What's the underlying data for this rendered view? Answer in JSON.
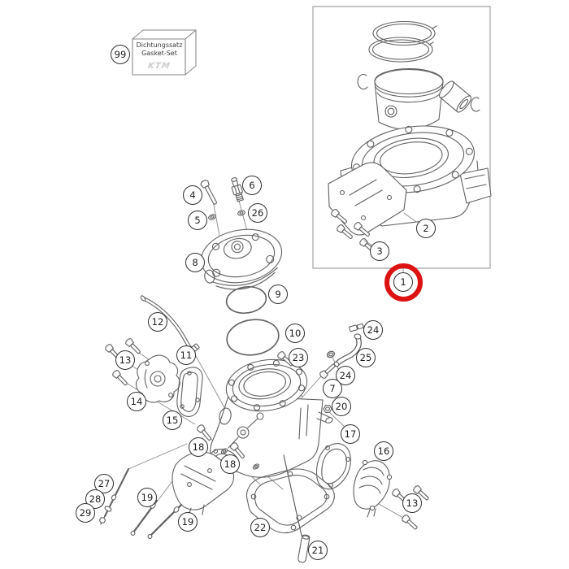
{
  "diagram": {
    "gasket_box": {
      "line1": "Dichtungssatz",
      "line2": "Gasket-Set",
      "logo": "KTM"
    },
    "colors": {
      "highlight": "#dd1212",
      "line": "#606060",
      "frame": "#b0b0b0"
    },
    "callouts": {
      "c99": "99",
      "c1": "1",
      "c2": "2",
      "c3": "3",
      "c4": "4",
      "c5": "5",
      "c6": "6",
      "c7": "7",
      "c8": "8",
      "c9": "9",
      "c10": "10",
      "c11": "11",
      "c12": "12",
      "c13a": "13",
      "c13b": "13",
      "c14": "14",
      "c15": "15",
      "c16": "16",
      "c17": "17",
      "c18a": "18",
      "c18b": "18",
      "c19a": "19",
      "c19b": "19",
      "c20": "20",
      "c21": "21",
      "c22": "22",
      "c23": "23",
      "c24a": "24",
      "c24b": "24",
      "c25": "25",
      "c26": "26",
      "c27": "27",
      "c28": "28",
      "c29": "29"
    }
  }
}
